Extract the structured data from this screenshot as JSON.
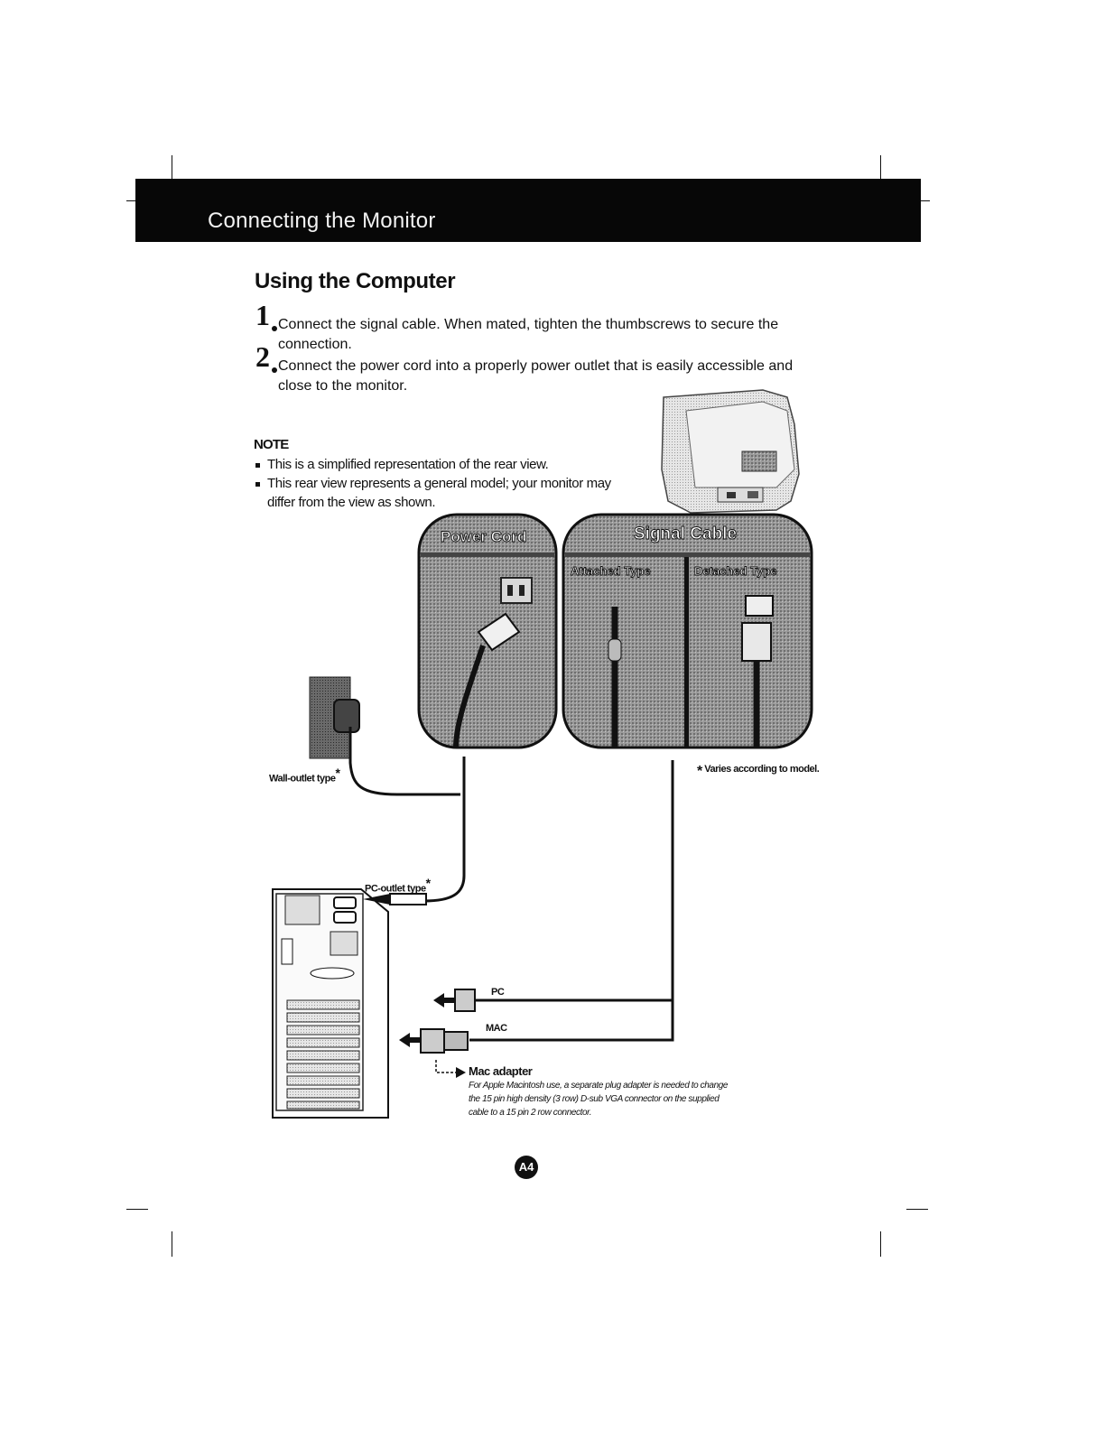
{
  "header": {
    "title": "Connecting the Monitor"
  },
  "section_title": "Using the Computer",
  "steps": [
    {
      "number": "1",
      "text": "Connect the signal cable. When mated, tighten the thumbscrews to secure the connection."
    },
    {
      "number": "2",
      "text": "Connect the power cord into a properly power outlet that is easily accessible and close to the monitor."
    }
  ],
  "note": {
    "title": "NOTE",
    "items": [
      "This is a simplified representation of the rear view.",
      "This rear view represents a general model; your monitor may differ from the view as shown."
    ]
  },
  "diagram": {
    "power_cord_label": "Power Cord",
    "signal_cable_label": "Signal Cable",
    "attached_type_label": "Attached Type",
    "detached_type_label": "Detached Type",
    "asterisk": "*",
    "wall_outlet_label": "Wall-outlet type",
    "pc_outlet_label": "PC-outlet type",
    "varies_note": "Varies according to model.",
    "pc_label": "PC",
    "mac_label": "MAC",
    "mac_adapter_title": "Mac adapter",
    "mac_adapter_text": "For Apple Macintosh use, a separate plug adapter is needed to change the 15 pin high density (3 row) D-sub VGA connector on the supplied cable to a 15 pin 2 row connector."
  },
  "page_number": "A4"
}
